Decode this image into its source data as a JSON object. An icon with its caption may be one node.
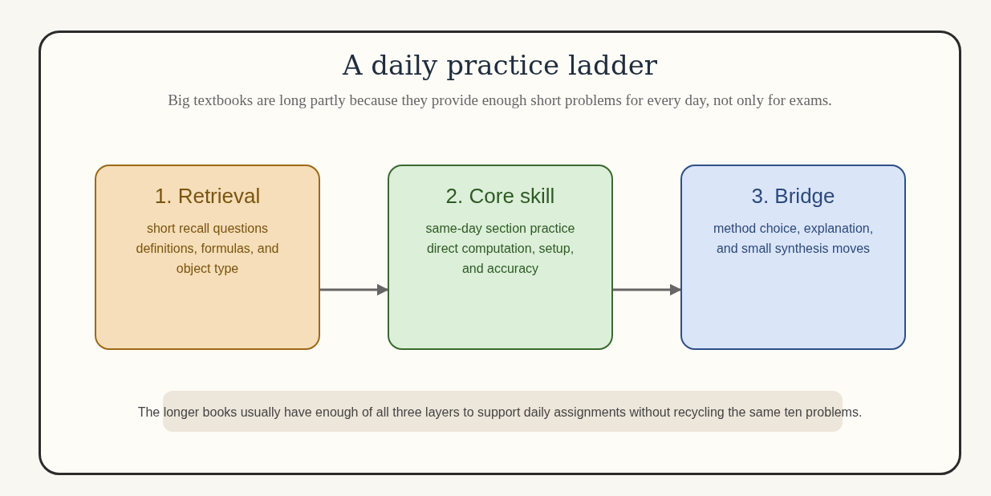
{
  "diagram": {
    "title": "A daily practice ladder",
    "caption": "Big textbooks are long partly because they provide enough short problems for every day, not only for exams.",
    "nodes": [
      {
        "text": [
          "1. Retrieval",
          "short recall questions",
          "definitions, formulas, and object type"
        ]
      },
      {
        "text": [
          "2. Core skill",
          "same-day section practice",
          "direct computation, setup, and accuracy"
        ]
      },
      {
        "text": [
          "3. Bridge",
          "method choice, explanation, and small synthesis moves"
        ]
      }
    ],
    "edges": [
      {
        "from": 0,
        "to": 1,
        "arrow": "to"
      },
      {
        "from": 1,
        "to": 2,
        "arrow": "to"
      }
    ],
    "labels": [
      "The longer books usually have enough of all three layers to support daily assignments without recycling the same ten problems."
    ]
  }
}
